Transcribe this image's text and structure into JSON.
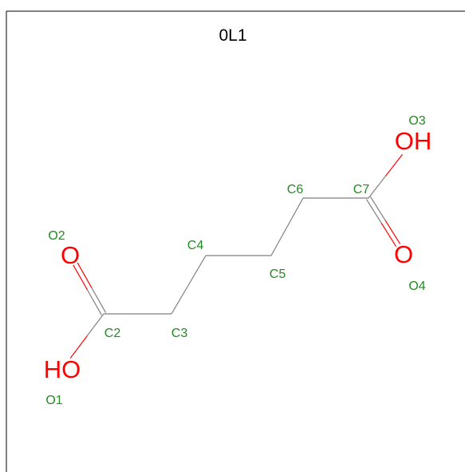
{
  "title": "0L1",
  "colors": {
    "carbon_bond": "#7f7f7f",
    "oxygen": "#ff0000",
    "label": "#228b22",
    "frame": "#000000",
    "title": "#000000"
  },
  "atoms": [
    {
      "id": "O1",
      "element": "O",
      "symbol": "HO",
      "label": "O1"
    },
    {
      "id": "O2",
      "element": "O",
      "symbol": "O",
      "label": "O2"
    },
    {
      "id": "C2",
      "element": "C",
      "symbol": "",
      "label": "C2"
    },
    {
      "id": "C3",
      "element": "C",
      "symbol": "",
      "label": "C3"
    },
    {
      "id": "C4",
      "element": "C",
      "symbol": "",
      "label": "C4"
    },
    {
      "id": "C5",
      "element": "C",
      "symbol": "",
      "label": "C5"
    },
    {
      "id": "C6",
      "element": "C",
      "symbol": "",
      "label": "C6"
    },
    {
      "id": "C7",
      "element": "C",
      "symbol": "",
      "label": "C7"
    },
    {
      "id": "O3",
      "element": "O",
      "symbol": "OH",
      "label": "O3"
    },
    {
      "id": "O4",
      "element": "O",
      "symbol": "O",
      "label": "O4"
    }
  ],
  "bonds": [
    {
      "from": "O1",
      "to": "C2",
      "order": 1
    },
    {
      "from": "C2",
      "to": "O2",
      "order": 2
    },
    {
      "from": "C2",
      "to": "C3",
      "order": 1
    },
    {
      "from": "C3",
      "to": "C4",
      "order": 1
    },
    {
      "from": "C4",
      "to": "C5",
      "order": 1
    },
    {
      "from": "C5",
      "to": "C6",
      "order": 1
    },
    {
      "from": "C6",
      "to": "C7",
      "order": 1
    },
    {
      "from": "C7",
      "to": "O3",
      "order": 1
    },
    {
      "from": "C7",
      "to": "O4",
      "order": 2
    }
  ]
}
